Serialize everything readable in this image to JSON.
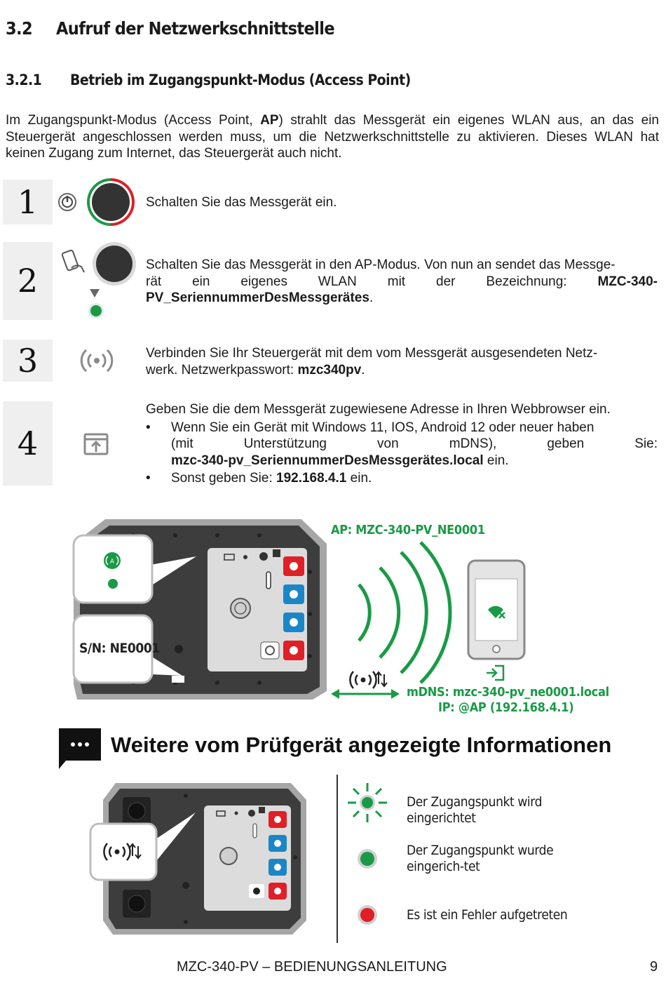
{
  "section": {
    "number": "3.2",
    "title": "Aufruf der Netzwerkschnittstelle"
  },
  "subsection": {
    "number": "3.2.1",
    "title": "Betrieb im Zugangspunkt-Modus (Access Point)"
  },
  "intro": {
    "p1": "Im Zugangspunkt-Modus (Access Point, ",
    "p_bold": "AP",
    "p2": ") strahlt das Messgerät ein eigenes WLAN aus, an das ein Steuergerät angeschlossen werden muss, um die Netzwerkschnittstelle zu aktivieren. Dieses WLAN hat keinen Zugang zum Internet, das Steuergerät auch nicht."
  },
  "steps": [
    {
      "number": "1",
      "text": "Schalten Sie das Messgerät ein."
    },
    {
      "number": "2",
      "line1": "Schalten Sie das Messgerät in den AP-Modus. Von nun an sendet das Messge-",
      "line2_plain": "rät ein eigenes WLAN mit der Bezeichnung: ",
      "line2_bold": "MZC-340-",
      "line3_bold": "PV_SeriennummerDesMessgerätes",
      "line3_end": "."
    },
    {
      "number": "3",
      "line1": "Verbinden Sie Ihr Steuergerät mit dem vom Messgerät ausgesendeten Netz-",
      "line2_plain": "werk. Netzwerkpasswort: ",
      "line2_bold": "mzc340pv",
      "line2_end": "."
    },
    {
      "number": "4",
      "line1": "Geben Sie die dem Messgerät zugewiesene Adresse in Ihren Webbrowser ein.",
      "bullet1_line1": "Wenn Sie ein Gerät mit Windows 11, IOS, Android 12 oder neuer haben",
      "bullet1_line2": "(mit Unterstützung von mDNS), geben Sie:",
      "bullet1_bold": "mzc-340-pv_SeriennummerDesMessgerätes.local",
      "bullet1_end": " ein.",
      "bullet2_plain": "Sonst geben Sie: ",
      "bullet2_bold": "192.168.4.1",
      "bullet2_end": " ein."
    }
  ],
  "diagram": {
    "ap_label": "AP: MZC-340-PV_NE0001",
    "serial_label": "S/N: NE0001",
    "mdns_label": "mDNS: mzc-340-pv_ne0001.local",
    "ip_label": "IP: @AP (192.168.4.1)",
    "colors": {
      "green": "#1a9a46",
      "red": "#e01f26",
      "blue": "#1a86c8",
      "case": "#3a3a3a"
    }
  },
  "info": {
    "title": "Weitere vom Prüfgerät angezeigte Informationen",
    "legend": [
      {
        "icon": "blinking-green-led-icon",
        "text": "Der Zugangspunkt wird eingerichtet"
      },
      {
        "icon": "green-led-icon",
        "text": "Der Zugangspunkt wurde eingerich-tet"
      },
      {
        "icon": "red-led-icon",
        "text": "Es ist ein Fehler aufgetreten"
      }
    ]
  },
  "footer": {
    "title": "MZC-340-PV – BEDIENUNGSANLEITUNG",
    "page": "9"
  }
}
